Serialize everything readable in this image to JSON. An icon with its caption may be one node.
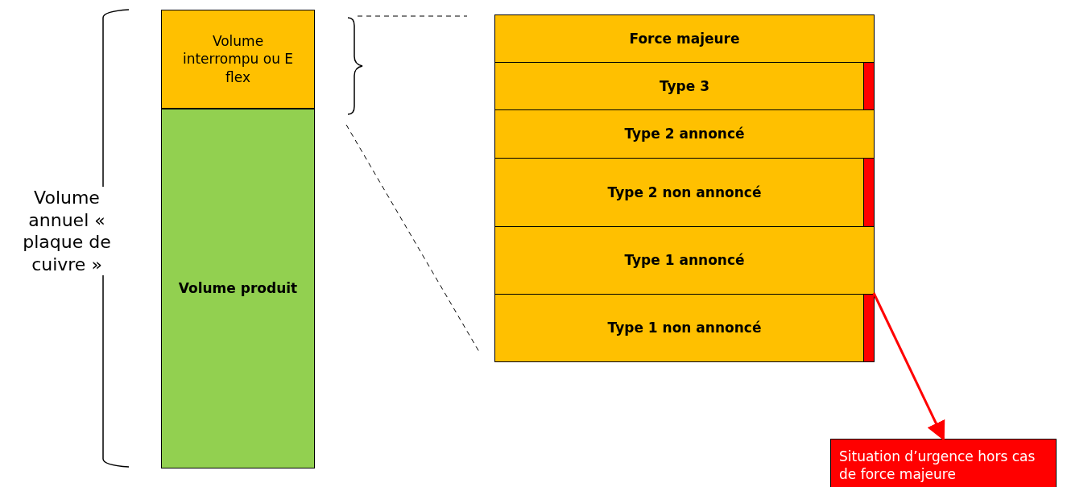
{
  "diagram": {
    "nodes": [
      {
        "text": [
          "Volume interrompu ou E flex"
        ]
      },
      {
        "text": [
          "Volume produit"
        ]
      },
      {
        "text": [
          "Force majeure"
        ]
      },
      {
        "text": [
          "Type 3"
        ]
      },
      {
        "text": [],
        "shape": "bar",
        "in": 3
      },
      {
        "text": [
          "Type 2 annoncé"
        ]
      },
      {
        "text": [
          "Type 2 non annoncé"
        ]
      },
      {
        "text": [],
        "shape": "bar",
        "in": 6
      },
      {
        "text": [
          "Type 1 annoncé"
        ]
      },
      {
        "text": [
          "Type 1 non annoncé"
        ]
      },
      {
        "text": [],
        "shape": "bar",
        "in": 9
      },
      {
        "text": [
          "Situation d’urgence hors cas de force majeure"
        ]
      }
    ],
    "edges": [
      {
        "from": 10,
        "to": 11,
        "arrow": "to",
        "color": "#ff0000"
      }
    ],
    "labels": [
      "Volume annuel « plaque de cuivre »"
    ]
  }
}
